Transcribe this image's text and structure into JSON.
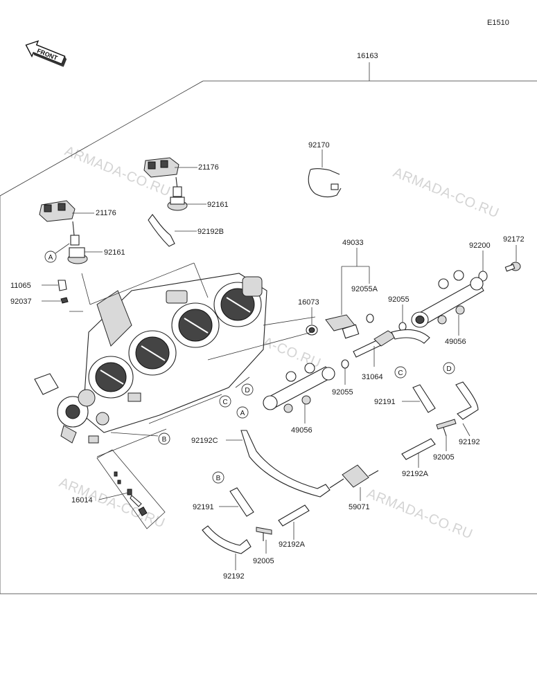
{
  "diagram_code": "E1510",
  "front_label": "FRONT",
  "assembly_number": "16163",
  "watermarks": [
    "ARMADA-CO.RU",
    "ARMADA-CO.RU",
    "ARMADA-CO.RU",
    "ARMADA-CO.RU",
    "ARMADA-CO.RU"
  ],
  "part_labels": [
    {
      "id": "21176_a",
      "text": "21176"
    },
    {
      "id": "21176_b",
      "text": "21176"
    },
    {
      "id": "92161_a",
      "text": "92161"
    },
    {
      "id": "92161_b",
      "text": "92161"
    },
    {
      "id": "92192B",
      "text": "92192B"
    },
    {
      "id": "11065",
      "text": "11065"
    },
    {
      "id": "92037",
      "text": "92037"
    },
    {
      "id": "92170",
      "text": "92170"
    },
    {
      "id": "49033",
      "text": "49033"
    },
    {
      "id": "92055A",
      "text": "92055A"
    },
    {
      "id": "16073",
      "text": "16073"
    },
    {
      "id": "92055_a",
      "text": "92055"
    },
    {
      "id": "92055_b",
      "text": "92055"
    },
    {
      "id": "92200",
      "text": "92200"
    },
    {
      "id": "92172",
      "text": "92172"
    },
    {
      "id": "49056_a",
      "text": "49056"
    },
    {
      "id": "49056_b",
      "text": "49056"
    },
    {
      "id": "31064",
      "text": "31064"
    },
    {
      "id": "92191_a",
      "text": "92191"
    },
    {
      "id": "92191_b",
      "text": "92191"
    },
    {
      "id": "92192C",
      "text": "92192C"
    },
    {
      "id": "92005_a",
      "text": "92005"
    },
    {
      "id": "92005_b",
      "text": "92005"
    },
    {
      "id": "92192_a",
      "text": "92192"
    },
    {
      "id": "92192_b",
      "text": "92192"
    },
    {
      "id": "92192A_a",
      "text": "92192A"
    },
    {
      "id": "92192A_b",
      "text": "92192A"
    },
    {
      "id": "59071",
      "text": "59071"
    },
    {
      "id": "16014",
      "text": "16014"
    }
  ],
  "reference_markers": {
    "A": "A",
    "B": "B",
    "C": "C",
    "D": "D"
  }
}
